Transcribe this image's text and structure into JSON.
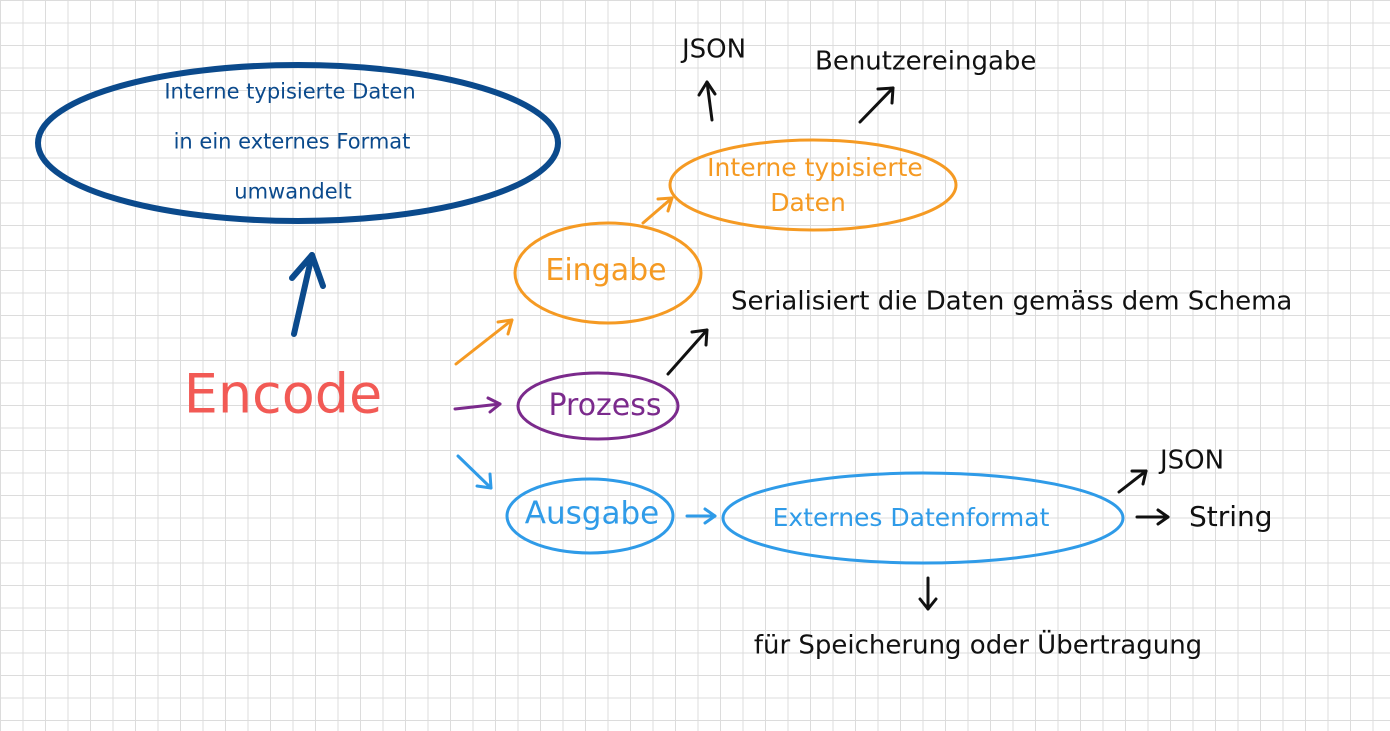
{
  "diagram": {
    "central_node": "Encode",
    "definition": {
      "line1": "Interne typisierte Daten",
      "line2": "in ein externes Format",
      "line3": "umwandelt"
    },
    "input": {
      "label": "Eingabe",
      "target": {
        "line1": "Interne typisierte",
        "line2": "Daten"
      },
      "examples": [
        "JSON",
        "Benutzereingabe"
      ]
    },
    "process": {
      "label": "Prozess",
      "description": "Serialisiert die Daten gemäss dem Schema"
    },
    "output": {
      "label": "Ausgabe",
      "target": "Externes Datenformat",
      "examples": [
        "JSON",
        "String"
      ],
      "purpose": "für Speicherung oder Übertragung"
    },
    "colors": {
      "navy": "#0b4a8c",
      "red": "#f25a55",
      "orange": "#f59a23",
      "purple": "#7b2a8c",
      "blue": "#2f9be8",
      "black": "#111111",
      "grid": "#dcdcdc"
    }
  }
}
